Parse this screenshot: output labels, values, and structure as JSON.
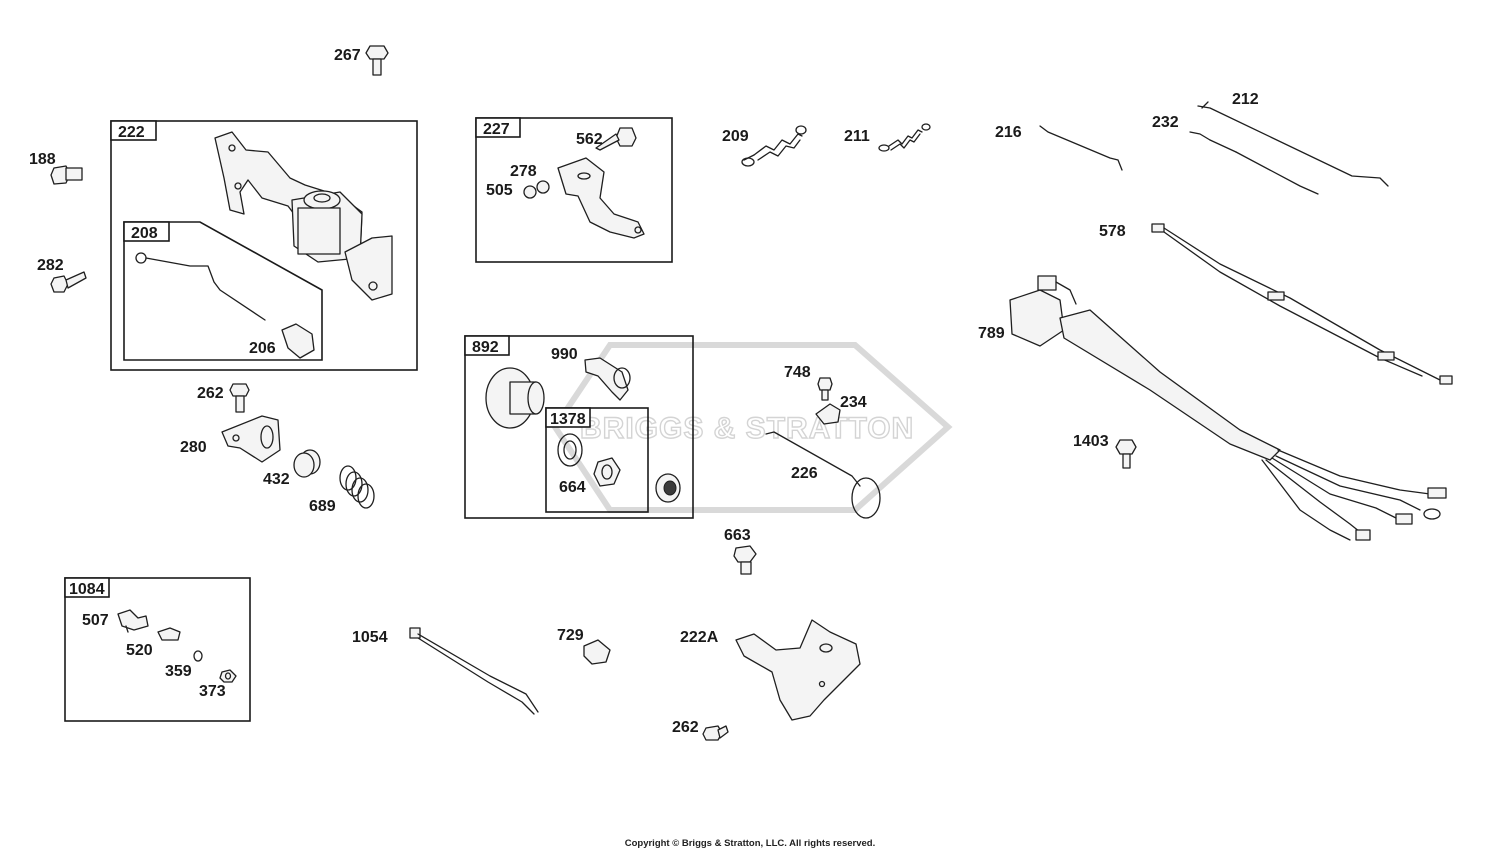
{
  "watermark": {
    "text": "BRIGGS & STRATTON"
  },
  "copyright": "Copyright © Briggs & Stratton, LLC. All rights reserved.",
  "group_boxes": [
    {
      "id": "222",
      "label": "222"
    },
    {
      "id": "208",
      "label": "208"
    },
    {
      "id": "227",
      "label": "227"
    },
    {
      "id": "892",
      "label": "892"
    },
    {
      "id": "1378",
      "label": "1378"
    },
    {
      "id": "1084",
      "label": "1084"
    }
  ],
  "callouts": {
    "267": "267",
    "188": "188",
    "282": "282",
    "206": "206",
    "562": "562",
    "278": "278",
    "505": "505",
    "209": "209",
    "211": "211",
    "216": "216",
    "212": "212",
    "232": "232",
    "578": "578",
    "789": "789",
    "990": "990",
    "664": "664",
    "262a": "262",
    "280": "280",
    "432": "432",
    "689": "689",
    "748": "748",
    "234": "234",
    "226": "226",
    "1403": "1403",
    "663": "663",
    "507": "507",
    "520": "520",
    "359": "359",
    "373": "373",
    "1054": "1054",
    "729": "729",
    "222A": "222A",
    "262b": "262"
  }
}
